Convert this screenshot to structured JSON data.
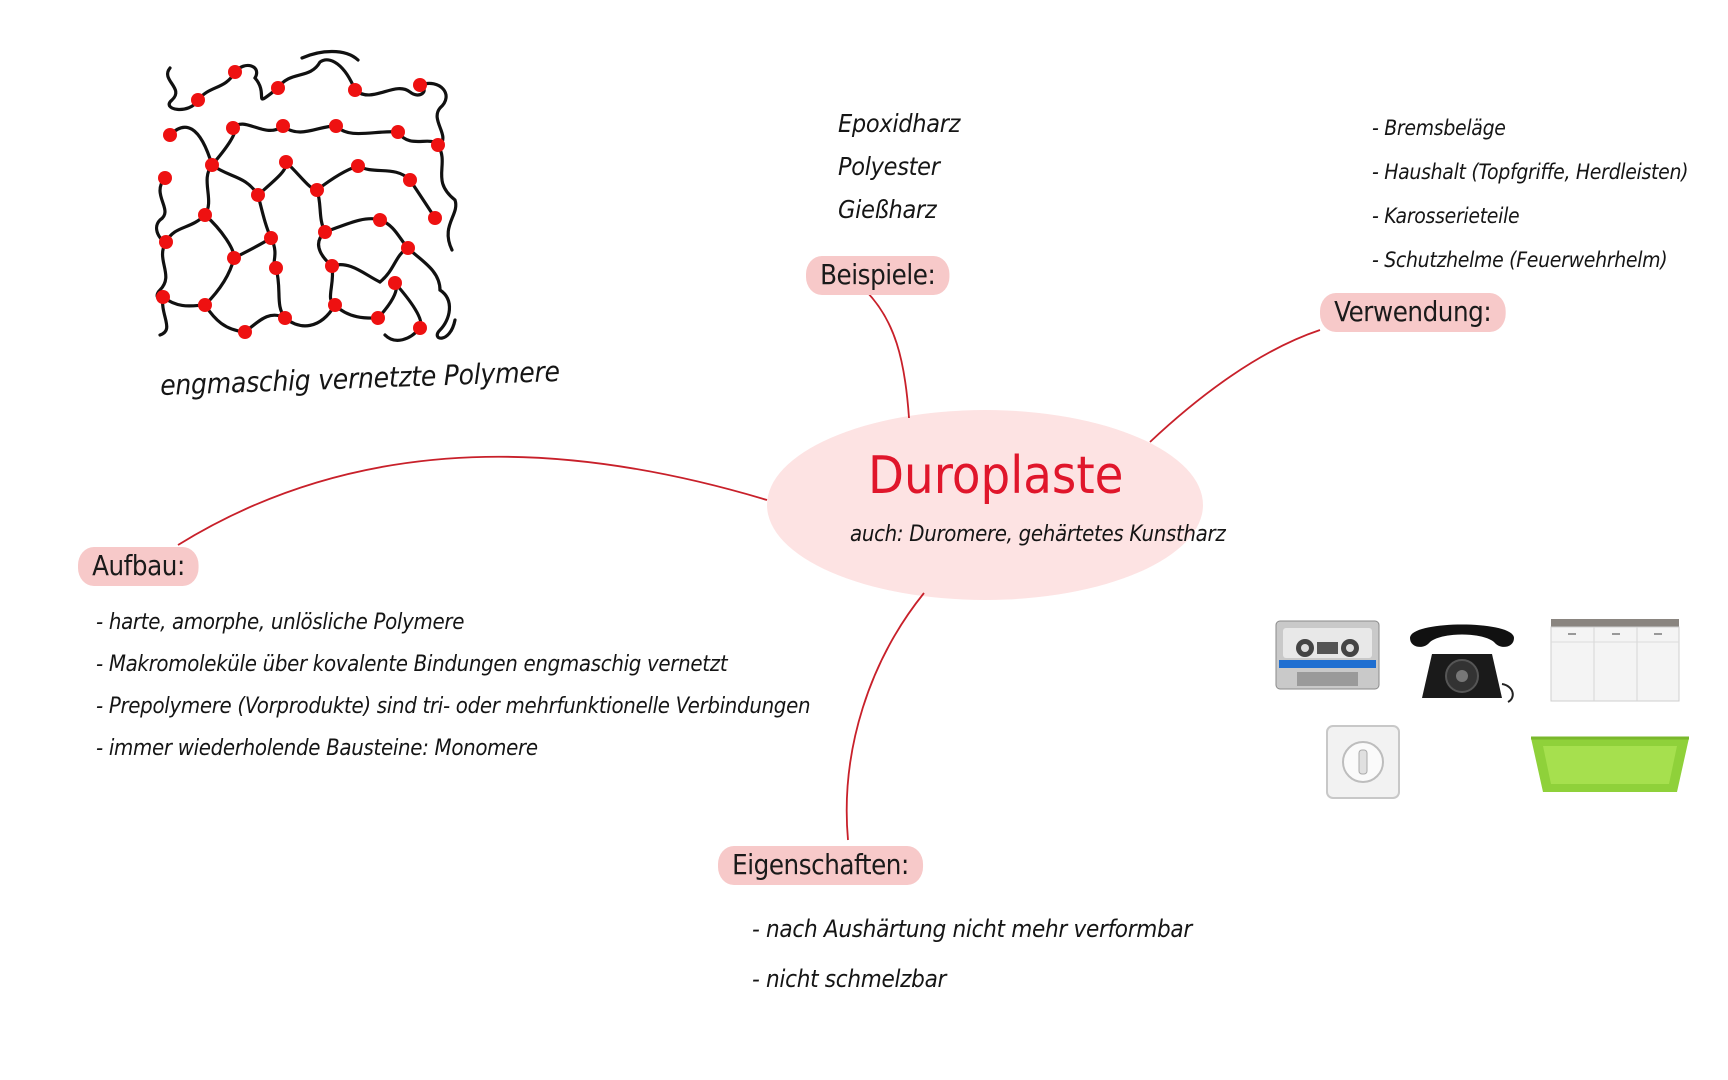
{
  "center": {
    "title": "Duroplaste",
    "subtitle": "auch: Duromere, gehärtetes Kunstharz"
  },
  "network_label": "engmaschig vernetzte Polymere",
  "branches": {
    "beispiele": {
      "label": "Beispiele:",
      "items": [
        "Epoxidharz",
        "Polyester",
        "Gießharz"
      ]
    },
    "verwendung": {
      "label": "Verwendung:",
      "items": [
        "- Bremsbeläge",
        "- Haushalt (Topfgriffe, Herdleisten)",
        "- Karosserieteile",
        "- Schutzhelme (Feuerwehrhelm)"
      ]
    },
    "aufbau": {
      "label": "Aufbau:",
      "items": [
        "- harte, amorphe, unlösliche Polymere",
        "- Makromoleküle über kovalente Bindungen engmaschig vernetzt",
        "- Prepolymere (Vorprodukte) sind tri- oder mehrfunktionelle Verbindungen",
        "- immer wiederholende Bausteine: Monomere"
      ]
    },
    "eigenschaften": {
      "label": "Eigenschaften:",
      "items": [
        "- nach Aushärtung nicht mehr verformbar",
        "- nicht schmelzbar"
      ]
    }
  },
  "colors": {
    "accent_red": "#e0162b",
    "pill_pink": "#f7c9c9",
    "center_fill": "#fde3e3",
    "line_red": "#c8202a",
    "node_red": "#ee1111"
  },
  "images": [
    "cassette-image",
    "telephone-image",
    "kitchen-cabinet-image",
    "light-switch-image",
    "serving-tray-image"
  ]
}
